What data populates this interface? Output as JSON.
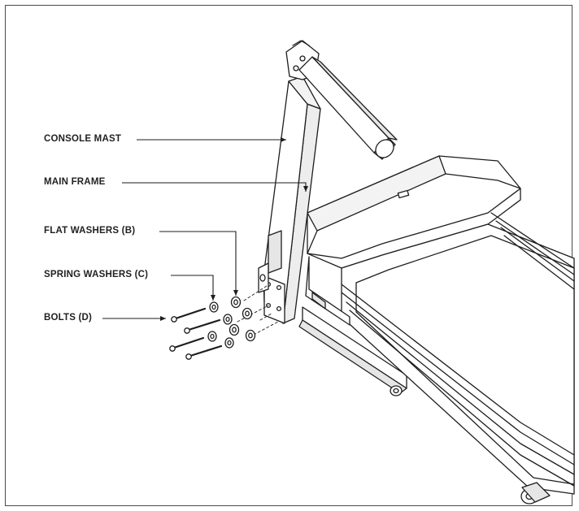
{
  "callouts": {
    "console_mast": "CONSOLE MAST",
    "main_frame": "MAIN FRAME",
    "flat_washers": "FLAT WASHERS (B)",
    "spring_washers": "SPRING WASHERS (C)",
    "bolts": "BOLTS (D)"
  },
  "colors": {
    "line": "#1e1e1e",
    "fill": "#ffffff",
    "shade": "#e6e6e6"
  }
}
